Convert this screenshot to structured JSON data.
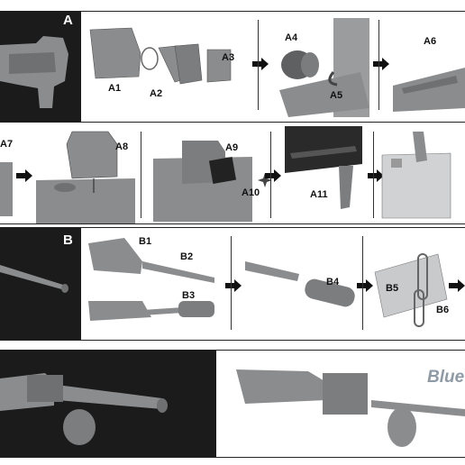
{
  "colors": {
    "dark_panel": "#1b1b1b",
    "part": "#8a8c8e",
    "part_dark": "#5e6062",
    "arrow": "#111111",
    "brand": "#8e9aa6"
  },
  "section_a": {
    "letter": "A",
    "labels": [
      "A1",
      "A2",
      "A3",
      "A4",
      "A5",
      "A6",
      "A7",
      "A8",
      "A9",
      "A10",
      "A11"
    ]
  },
  "section_b": {
    "letter": "B",
    "labels": [
      "B1",
      "B2",
      "B3",
      "B4",
      "B5",
      "B6"
    ]
  },
  "final": {
    "brand_text": "Blue"
  },
  "icons": [
    "arrow-right-icon",
    "arrow-down-icon"
  ]
}
